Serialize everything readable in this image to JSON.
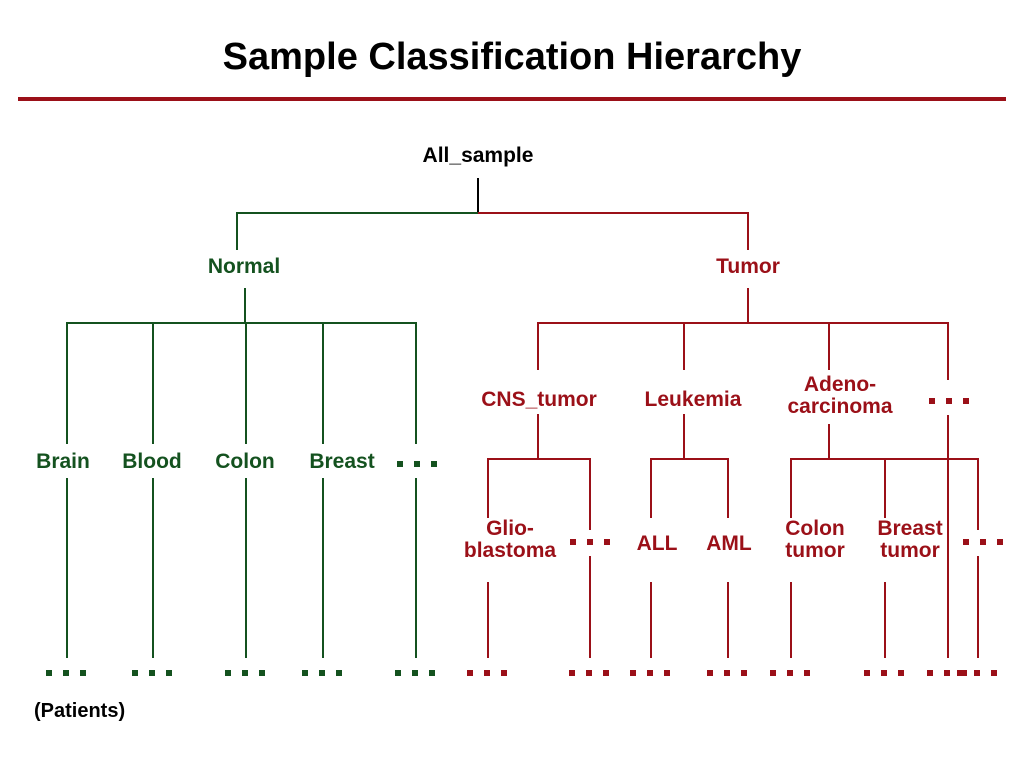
{
  "slide": {
    "title": "Sample Classification Hierarchy",
    "caption": "(Patients)",
    "colors": {
      "title_text": "#000000",
      "rule": "#9b1018",
      "normal_branch": "#14521f",
      "tumor_branch": "#9b1018",
      "root": "#000000",
      "background": "#ffffff"
    }
  },
  "hierarchy": {
    "root": {
      "label": "All_sample",
      "color": "#000000"
    },
    "level1": [
      {
        "label": "Normal",
        "color": "#14521f"
      },
      {
        "label": "Tumor",
        "color": "#9b1018"
      }
    ],
    "normal_children": [
      {
        "label": "Brain"
      },
      {
        "label": "Blood"
      },
      {
        "label": "Colon"
      },
      {
        "label": "Breast"
      },
      {
        "label": "· · ·",
        "ellipsis": true
      }
    ],
    "tumor_children": [
      {
        "label": "CNS_tumor"
      },
      {
        "label": "Leukemia"
      },
      {
        "label": "Adeno-\ncarcinoma",
        "line1": "Adeno-",
        "line2": "carcinoma"
      },
      {
        "label": "· · ·",
        "ellipsis": true
      }
    ],
    "cns_tumor_children": [
      {
        "label": "Glio-\nblastoma",
        "line1": "Glio-",
        "line2": "blastoma"
      },
      {
        "label": "· · ·",
        "ellipsis": true
      }
    ],
    "leukemia_children": [
      {
        "label": "ALL"
      },
      {
        "label": "AML"
      }
    ],
    "adenocarcinoma_children": [
      {
        "label": "Colon\ntumor",
        "line1": "Colon",
        "line2": "tumor"
      },
      {
        "label": "Breast\ntumor",
        "line1": "Breast",
        "line2": "tumor"
      },
      {
        "label": "· · ·",
        "ellipsis": true
      }
    ]
  },
  "labels": {
    "all_sample": "All_sample",
    "normal": "Normal",
    "tumor": "Tumor",
    "brain": "Brain",
    "blood": "Blood",
    "colon": "Colon",
    "breast": "Breast",
    "cns_tumor": "CNS_tumor",
    "leukemia": "Leukemia",
    "adeno_line1": "Adeno-",
    "adeno_line2": "carcinoma",
    "glio_line1": "Glio-",
    "glio_line2": "blastoma",
    "all_leukemia": "ALL",
    "aml_leukemia": "AML",
    "colon_tumor_line1": "Colon",
    "colon_tumor_line2": "tumor",
    "breast_tumor_line1": "Breast",
    "breast_tumor_line2": "tumor"
  }
}
